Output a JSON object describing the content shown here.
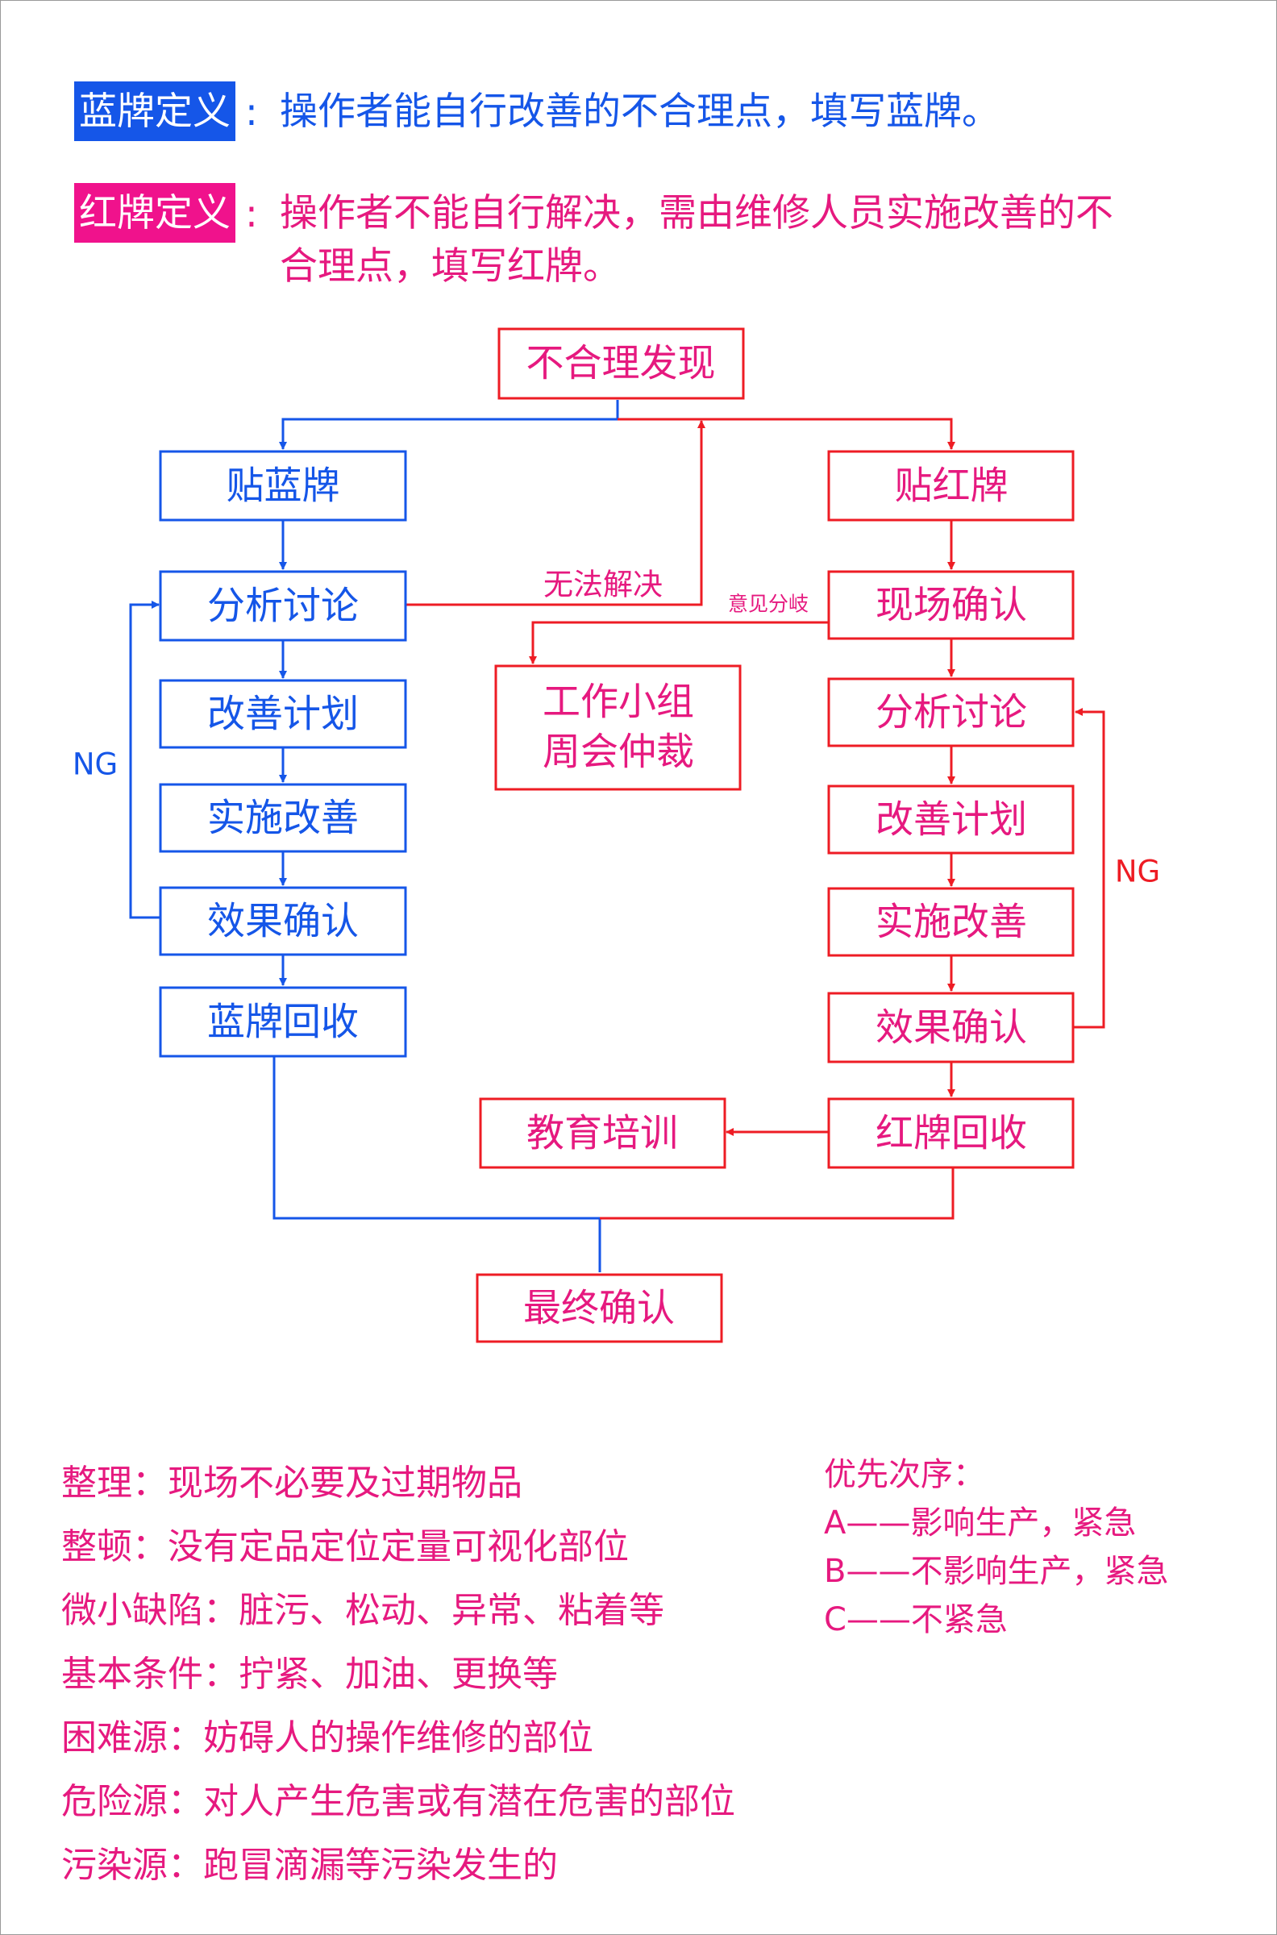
{
  "definitions": {
    "blue": {
      "tag": "蓝牌定义",
      "colon": ":",
      "text": "操作者能自行改善的不合理点，填写蓝牌。"
    },
    "red": {
      "tag": "红牌定义",
      "colon": ":",
      "line1": "操作者不能自行解决，需由维修人员实施改善的不",
      "line2": "合理点，填写红牌。"
    }
  },
  "flow": {
    "start": "不合理发现",
    "blue_steps": [
      "贴蓝牌",
      "分析讨论",
      "改善计划",
      "实施改善",
      "效果确认",
      "蓝牌回收"
    ],
    "red_steps": [
      "贴红牌",
      "现场确认",
      "分析讨论",
      "改善计划",
      "实施改善",
      "效果确认",
      "红牌回收"
    ],
    "arbitration": [
      "工作小组",
      "周会仲裁"
    ],
    "education": "教育培训",
    "final": "最终确认",
    "labels": {
      "unresolved": "无法解决",
      "disagreement": "意见分岐",
      "ng_blue": "NG",
      "ng_red": "NG"
    },
    "colors": {
      "blue": "#1556e8",
      "red": "#ee1c24",
      "pink": "#e6197f"
    }
  },
  "glossary": [
    "整理：现场不必要及过期物品",
    "整顿：没有定品定位定量可视化部位",
    "微小缺陷：脏污、松动、异常、粘着等",
    "基本条件：拧紧、加油、更换等",
    "困难源：妨碍人的操作维修的部位",
    "危险源：对人产生危害或有潜在危害的部位",
    "污染源：跑冒滴漏等污染发生的"
  ],
  "priority": {
    "title": "优先次序：",
    "items": [
      "A——影响生产，紧急",
      "B——不影响生产，紧急",
      "C——不紧急"
    ]
  }
}
